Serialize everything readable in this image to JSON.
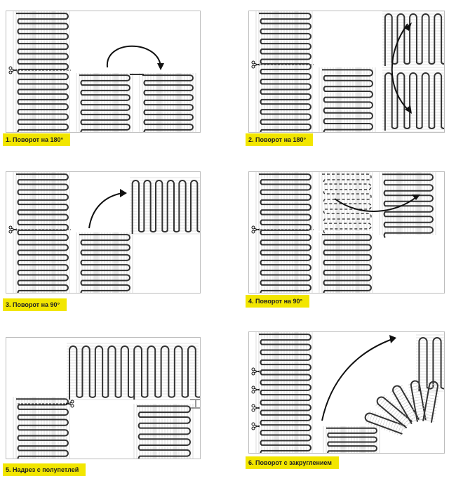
{
  "panels": [
    {
      "caption": "1. Поворот на 180°"
    },
    {
      "caption": "2. Поворот на 180°"
    },
    {
      "caption": "3. Поворот на 90°"
    },
    {
      "caption": "4. Поворот на 90°"
    },
    {
      "caption": "5. Надрез с полупетлей"
    },
    {
      "caption": "6. Поворот с закруглением"
    }
  ],
  "colors": {
    "cable": "#333333",
    "mesh": "#c4c4c4",
    "caption_bg": "#f2e600",
    "border": "#bdbdbd"
  },
  "icons": [
    "scissors-icon",
    "curved-arrow-icon",
    "double-arrow-icon"
  ]
}
